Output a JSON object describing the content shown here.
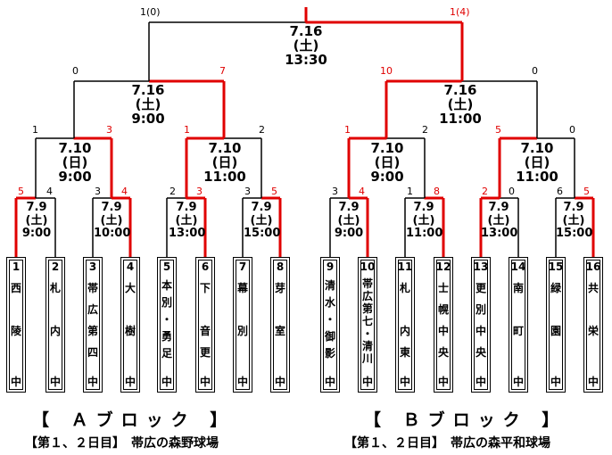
{
  "final": {
    "score_left": "1(0)",
    "score_right": "1(4)",
    "date": "7.16",
    "day": "(土)",
    "time": "13:30"
  },
  "semis": [
    {
      "score_left": "0",
      "score_right": "7",
      "date": "7.16",
      "day": "(土)",
      "time": "9:00"
    },
    {
      "score_left": "10",
      "score_right": "0",
      "date": "7.16",
      "day": "(土)",
      "time": "11:00"
    }
  ],
  "quarters": [
    {
      "score_left": "1",
      "score_right": "3",
      "date": "7.10",
      "day": "(日)",
      "time": "9:00"
    },
    {
      "score_left": "1",
      "score_right": "2",
      "date": "7.10",
      "day": "(日)",
      "time": "11:00"
    },
    {
      "score_left": "1",
      "score_right": "2",
      "date": "7.10",
      "day": "(日)",
      "time": "9:00"
    },
    {
      "score_left": "5",
      "score_right": "0",
      "date": "7.10",
      "day": "(日)",
      "time": "11:00"
    }
  ],
  "round1": [
    {
      "score_left": "5",
      "score_right": "4",
      "date": "7.9",
      "day": "(土)",
      "time": "9:00"
    },
    {
      "score_left": "3",
      "score_right": "4",
      "date": "7.9",
      "day": "(土)",
      "time": "10:00"
    },
    {
      "score_left": "2",
      "score_right": "3",
      "date": "7.9",
      "day": "(土)",
      "time": "13:00"
    },
    {
      "score_left": "3",
      "score_right": "5",
      "date": "7.9",
      "day": "(土)",
      "time": "15:00"
    },
    {
      "score_left": "3",
      "score_right": "4",
      "date": "7.9",
      "day": "(土)",
      "time": "9:00"
    },
    {
      "score_left": "1",
      "score_right": "8",
      "date": "7.9",
      "day": "(土)",
      "time": "11:00"
    },
    {
      "score_left": "2",
      "score_right": "0",
      "date": "7.9",
      "day": "(土)",
      "time": "13:00"
    },
    {
      "score_left": "6",
      "score_right": "5",
      "date": "7.9",
      "day": "(土)",
      "time": "15:00"
    }
  ],
  "teams": [
    {
      "num": "1",
      "chars": [
        "西",
        "",
        "陵"
      ],
      "suffix": "中"
    },
    {
      "num": "2",
      "chars": [
        "札",
        "",
        "内"
      ],
      "suffix": "中"
    },
    {
      "num": "3",
      "chars": [
        "帯",
        "広",
        "第",
        "四"
      ],
      "suffix": "中"
    },
    {
      "num": "4",
      "chars": [
        "大",
        "",
        "樹"
      ],
      "suffix": "中"
    },
    {
      "num": "5",
      "chars": [
        "本",
        "別",
        "・",
        "勇",
        "足"
      ],
      "suffix": "中"
    },
    {
      "num": "6",
      "chars": [
        "下",
        "",
        "音",
        "更"
      ],
      "suffix": "中"
    },
    {
      "num": "7",
      "chars": [
        "幕",
        "",
        "別"
      ],
      "suffix": "中"
    },
    {
      "num": "8",
      "chars": [
        "芽",
        "",
        "室"
      ],
      "suffix": "中"
    },
    {
      "num": "9",
      "chars": [
        "清",
        "水",
        "・",
        "御",
        "影"
      ],
      "suffix": "中"
    },
    {
      "num": "10",
      "chars": [
        "帯",
        "広",
        "第",
        "七",
        "・",
        "清",
        "川"
      ],
      "suffix": "中"
    },
    {
      "num": "11",
      "chars": [
        "札",
        "",
        "内",
        "東"
      ],
      "suffix": "中"
    },
    {
      "num": "12",
      "chars": [
        "士",
        "幌",
        "中",
        "央"
      ],
      "suffix": "中"
    },
    {
      "num": "13",
      "chars": [
        "更",
        "別",
        "中",
        "央"
      ],
      "suffix": "中"
    },
    {
      "num": "14",
      "chars": [
        "南",
        "",
        "町"
      ],
      "suffix": "中"
    },
    {
      "num": "15",
      "chars": [
        "緑",
        "",
        "園"
      ],
      "suffix": "中"
    },
    {
      "num": "16",
      "chars": [
        "共",
        "",
        "栄"
      ],
      "suffix": "中"
    }
  ],
  "blocks": [
    {
      "label": "【 Ａブロック 】",
      "venue": "【第１、２日目】　帯広の森野球場"
    },
    {
      "label": "【 Ｂブロック 】",
      "venue": "【第１、２日目】　帯広の森平和球場"
    }
  ],
  "colors": {
    "winner_line": "#e00000",
    "loser_line": "#000000",
    "winner_score": "#e00000"
  }
}
